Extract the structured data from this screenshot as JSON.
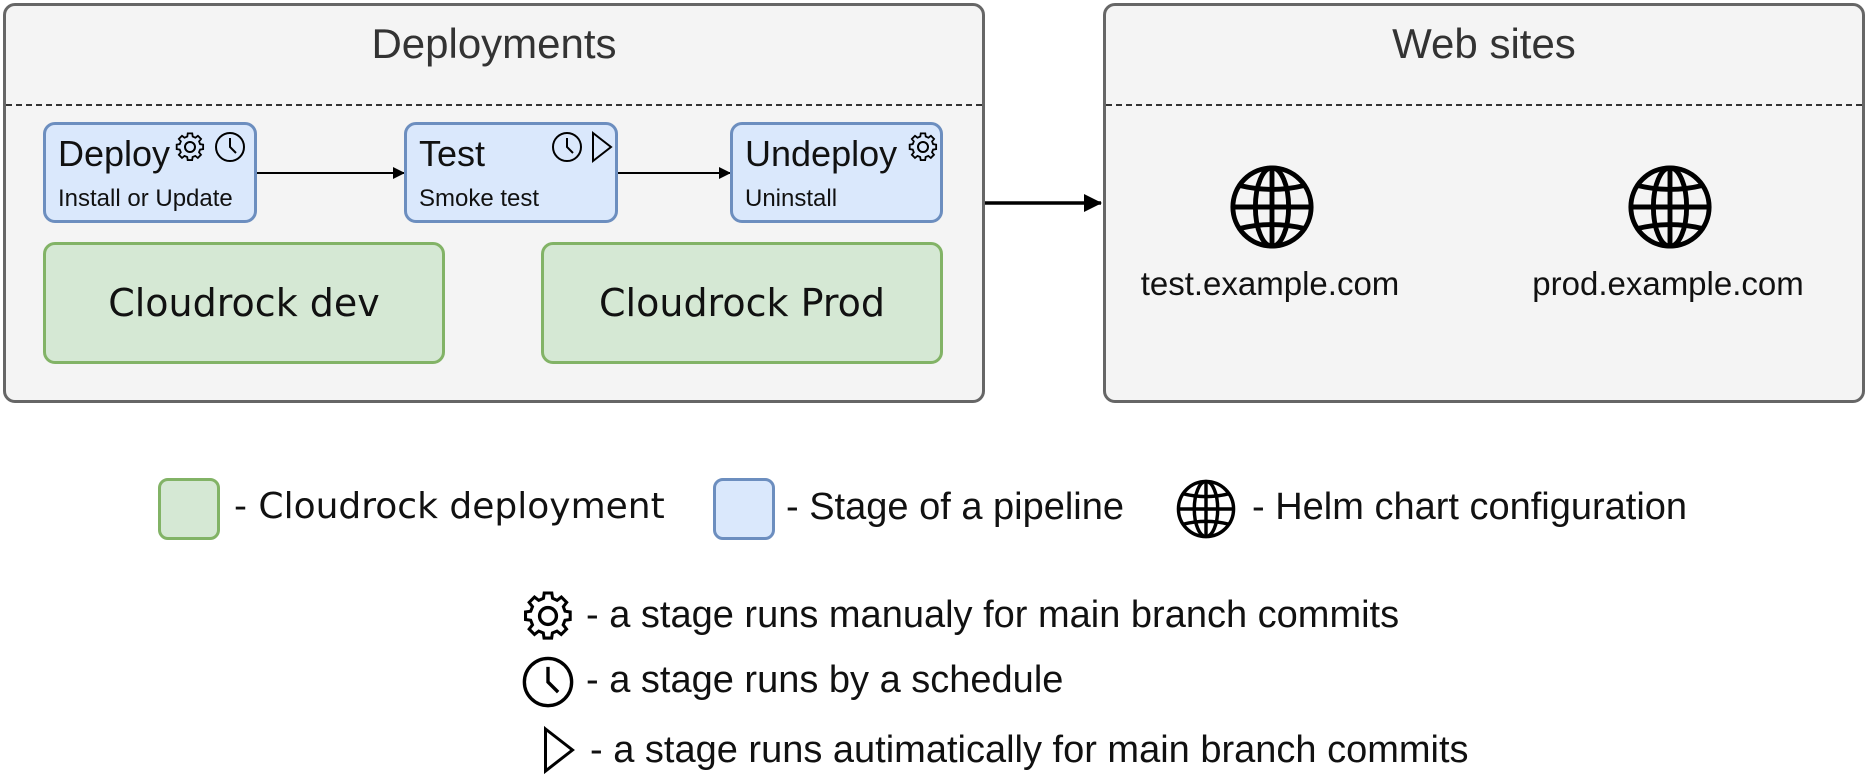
{
  "deployments": {
    "title": "Deployments",
    "stages": [
      {
        "name": "Deploy",
        "desc": "Install or Update",
        "icons": [
          "gear-icon",
          "clock-icon"
        ]
      },
      {
        "name": "Test",
        "desc": "Smoke test",
        "icons": [
          "clock-icon",
          "play-icon"
        ]
      },
      {
        "name": "Undeploy",
        "desc": "Uninstall",
        "icons": [
          "gear-icon"
        ]
      }
    ],
    "environments": [
      {
        "label": "Cloudrock dev"
      },
      {
        "label": "Cloudrock Prod"
      }
    ]
  },
  "websites": {
    "title": "Web sites",
    "sites": [
      {
        "label": "test.example.com",
        "icon": "globe-icon"
      },
      {
        "label": "prod.example.com",
        "icon": "globe-icon"
      }
    ]
  },
  "legend": {
    "deployment": "- Cloudrock deployment",
    "stage": "- Stage of a pipeline",
    "helm": "-  Helm chart configuration",
    "manual": "- a stage runs manualy for main branch commits",
    "schedule": "- a stage runs by a schedule",
    "automatic": "- a stage runs autimatically for main branch commits"
  },
  "colors": {
    "group_fill": "#f4f4f4",
    "group_stroke": "#666666",
    "stage_fill": "#dae8fc",
    "stage_stroke": "#6c8ebf",
    "deployment_fill": "#d5e8d4",
    "deployment_stroke": "#82b366"
  }
}
